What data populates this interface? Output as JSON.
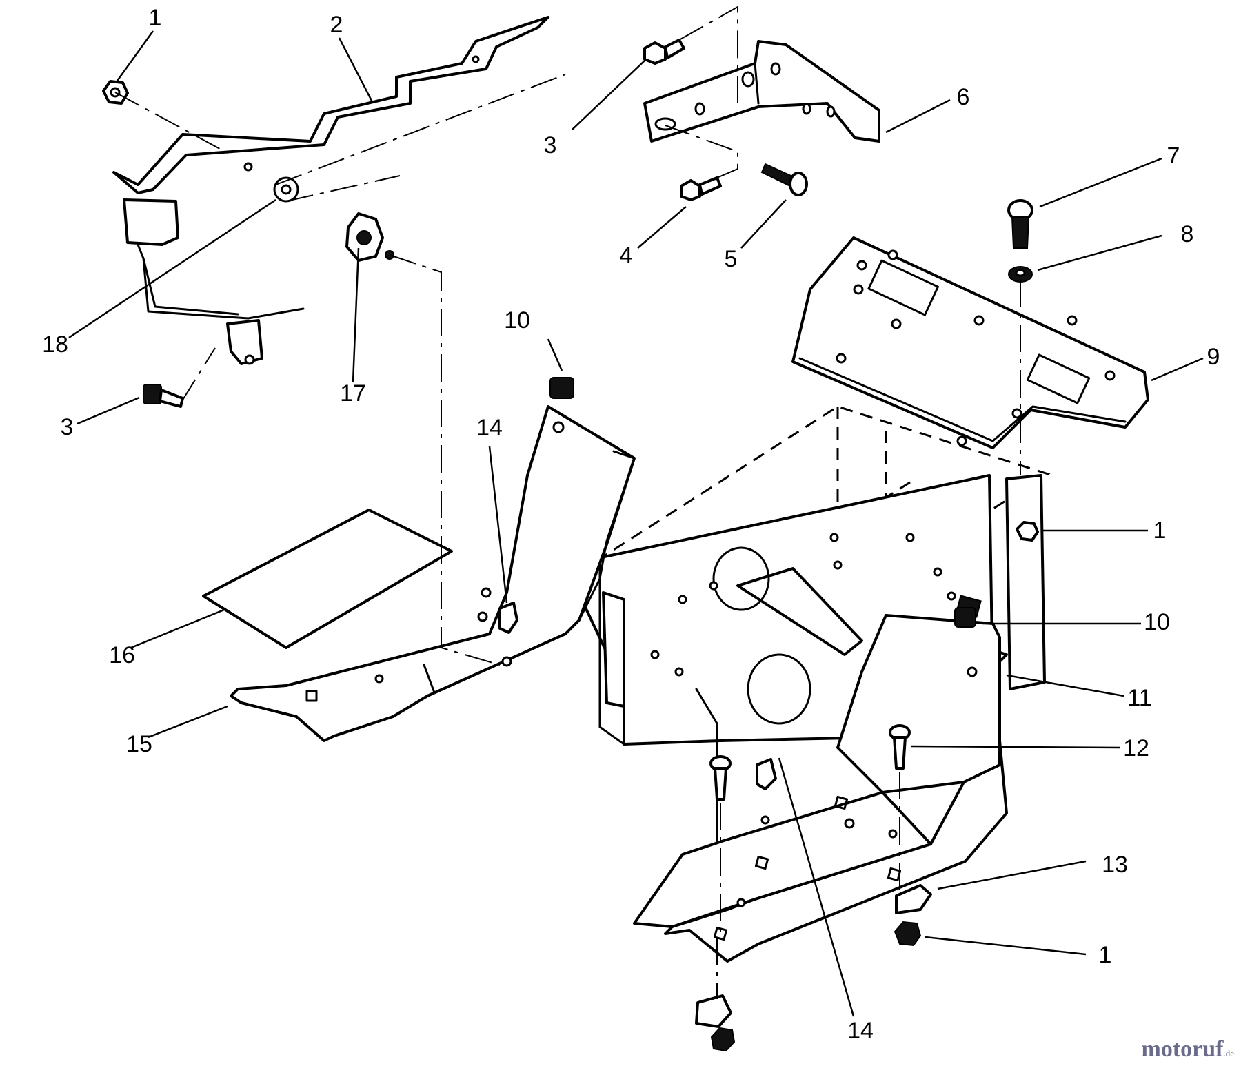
{
  "callouts": [
    {
      "id": "c1a",
      "text": "1"
    },
    {
      "id": "c2",
      "text": "2"
    },
    {
      "id": "c3a",
      "text": "3"
    },
    {
      "id": "c4",
      "text": "4"
    },
    {
      "id": "c5",
      "text": "5"
    },
    {
      "id": "c6",
      "text": "6"
    },
    {
      "id": "c7",
      "text": "7"
    },
    {
      "id": "c8",
      "text": "8"
    },
    {
      "id": "c9",
      "text": "9"
    },
    {
      "id": "c18",
      "text": "18"
    },
    {
      "id": "c3b",
      "text": "3"
    },
    {
      "id": "c17",
      "text": "17"
    },
    {
      "id": "c10a",
      "text": "10"
    },
    {
      "id": "c14a",
      "text": "14"
    },
    {
      "id": "c1b",
      "text": "1"
    },
    {
      "id": "c10b",
      "text": "10"
    },
    {
      "id": "c16",
      "text": "16"
    },
    {
      "id": "c11",
      "text": "11"
    },
    {
      "id": "c12",
      "text": "12"
    },
    {
      "id": "c15",
      "text": "15"
    },
    {
      "id": "c13",
      "text": "13"
    },
    {
      "id": "c1c",
      "text": "1"
    },
    {
      "id": "c14b",
      "text": "14"
    }
  ],
  "watermark": {
    "brand": "motoruf",
    "suffix": ".de"
  },
  "colors": {
    "line": "#000000",
    "background": "#ffffff",
    "watermark": "#6a6a8a"
  }
}
